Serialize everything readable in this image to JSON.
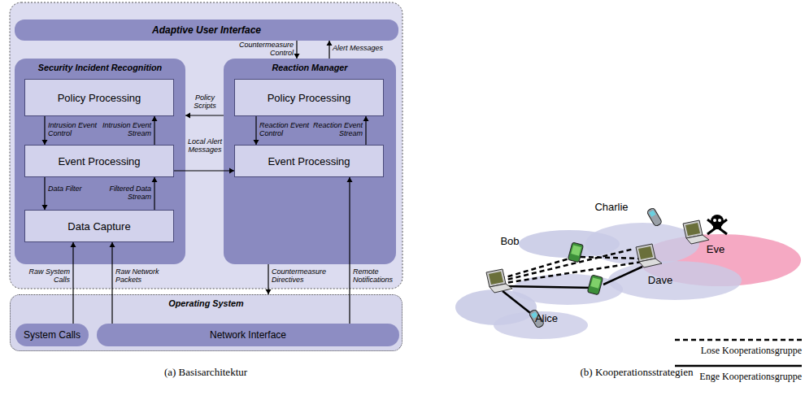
{
  "diagram": {
    "nodes": [
      {
        "text": [
          "Adaptive User Interface"
        ]
      },
      {
        "text": [
          "Security Incident Recognition"
        ]
      },
      {
        "text": [
          "Policy Processing"
        ],
        "in": 1
      },
      {
        "text": [
          "Event Processing"
        ],
        "in": 1
      },
      {
        "text": [
          "Data Capture"
        ],
        "in": 1
      },
      {
        "text": [
          "Reaction Manager"
        ]
      },
      {
        "text": [
          "Policy Processing"
        ],
        "in": 5
      },
      {
        "text": [
          "Event Processing"
        ],
        "in": 5
      },
      {
        "text": [
          "Operating System"
        ]
      },
      {
        "text": [
          "System Calls"
        ],
        "in": 8
      },
      {
        "text": [
          "Network Interface"
        ],
        "in": 8
      }
    ],
    "edges": [
      {
        "from": 2,
        "to": 3,
        "label": "Intrusion Event Control",
        "arrow": "to"
      },
      {
        "from": 3,
        "to": 2,
        "label": "Intrusion Event Stream",
        "arrow": "to"
      },
      {
        "from": 3,
        "to": 4,
        "label": "Data Filter",
        "arrow": "to"
      },
      {
        "from": 4,
        "to": 3,
        "label": "Filtered Data Stream",
        "arrow": "to"
      },
      {
        "from": 5,
        "to": 1,
        "label": "Policy Scripts",
        "arrow": "to"
      },
      {
        "from": 3,
        "to": 7,
        "label": "Local Alert Messages",
        "arrow": "to"
      },
      {
        "from": 6,
        "to": 7,
        "label": "Reaction Event Control",
        "arrow": "to"
      },
      {
        "from": 7,
        "to": 6,
        "label": "Reaction Event Stream",
        "arrow": "to"
      },
      {
        "from": 0,
        "to": 5,
        "label": "Countermeasure Control",
        "arrow": "to"
      },
      {
        "from": 5,
        "to": 0,
        "label": "Alert Messages",
        "arrow": "to"
      },
      {
        "from": 9,
        "to": 4,
        "label": "Raw System Calls",
        "arrow": "to"
      },
      {
        "from": 10,
        "to": 4,
        "label": "Raw Network Packets",
        "arrow": "to"
      },
      {
        "from": 5,
        "to": 8,
        "label": "Countermeasure Directives",
        "arrow": "to"
      },
      {
        "from": 10,
        "to": 7,
        "label": "Remote Notifications",
        "arrow": "to"
      }
    ],
    "labels": [
      "Bob",
      "Charlie",
      "Dave",
      "Eve",
      "Alice",
      "(a) Basisarchitektur",
      "(b) Kooperationsstrategien"
    ],
    "legend": [
      {
        "text": "Lose Kooperationsgruppe"
      },
      {
        "text": "Enge Kooperationsgruppe"
      }
    ]
  }
}
